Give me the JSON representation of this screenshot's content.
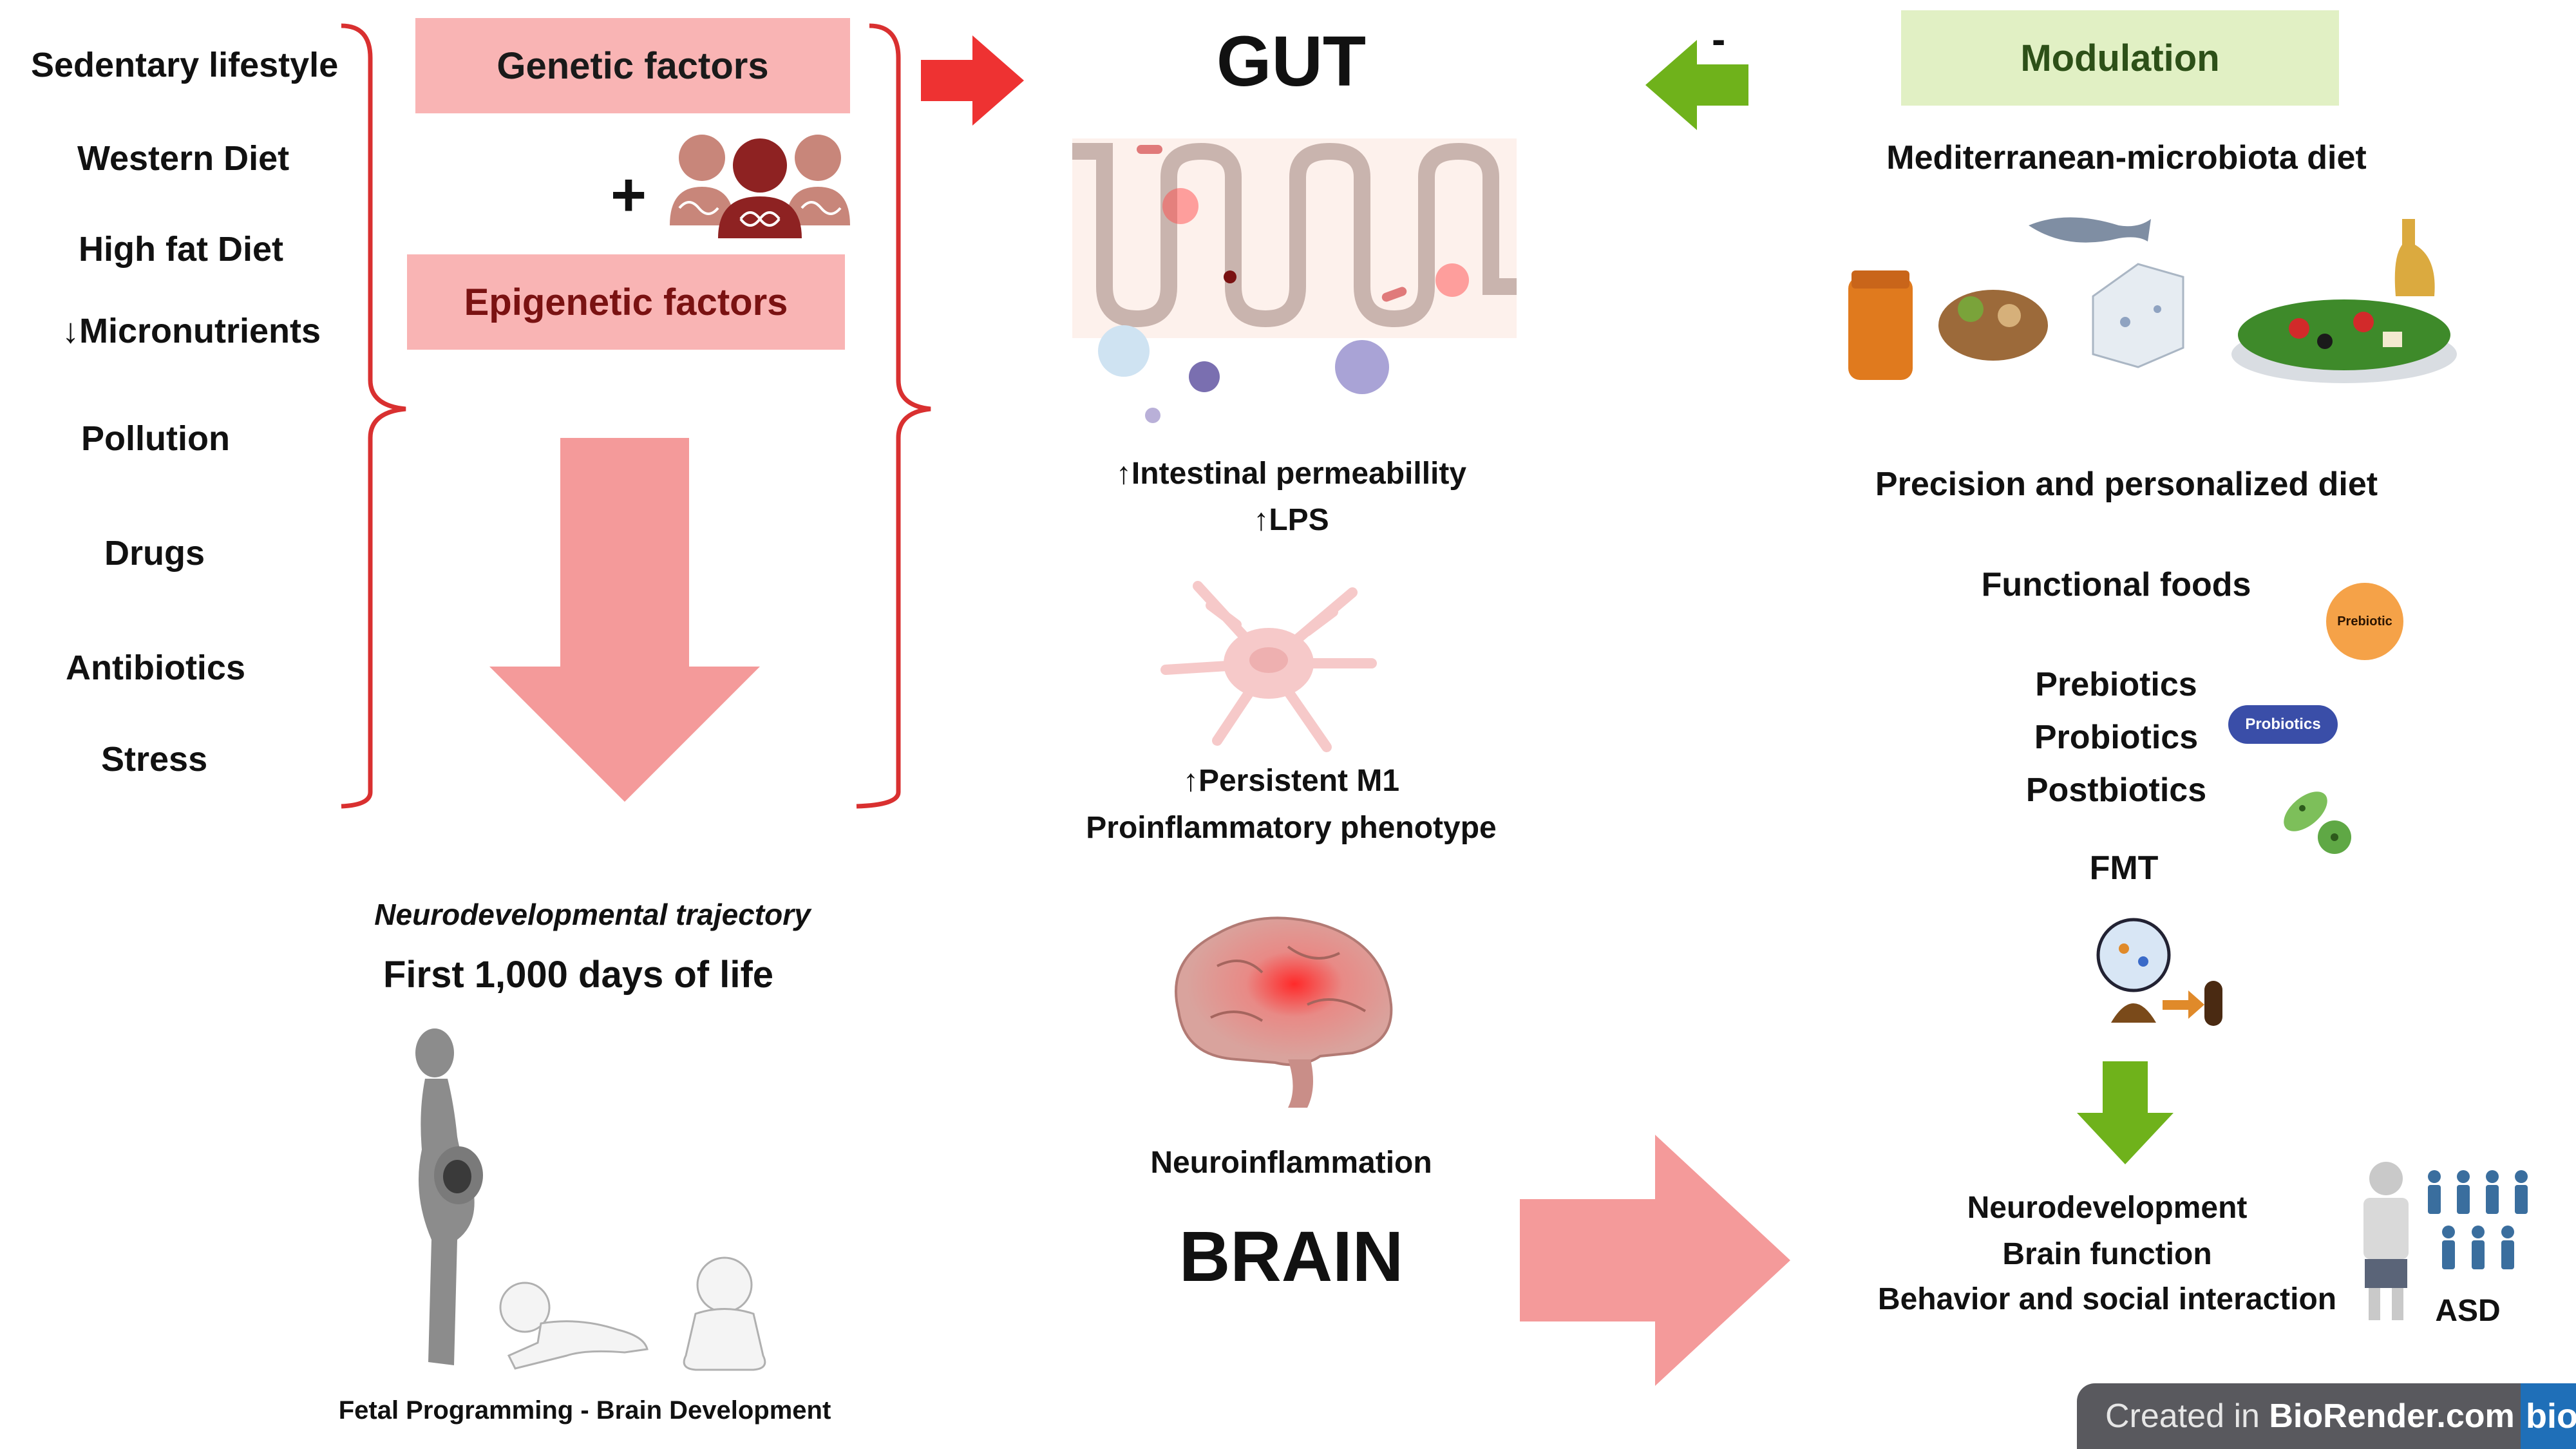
{
  "left": {
    "risk_factors": [
      "Sedentary lifestyle",
      "Western Diet",
      "High fat Diet",
      "↓Micronutrients",
      "Pollution",
      "Drugs",
      "Antibiotics",
      "Stress"
    ],
    "genetic_factors": "Genetic factors",
    "plus": "+",
    "epigenetic_factors": "Epigenetic factors",
    "trajectory_label": "Neurodevelopmental trajectory",
    "first_days": "First 1,000 days of life",
    "fetal_programming": "Fetal Programming - Brain Development"
  },
  "center": {
    "gut_title": "GUT",
    "permeability": "↑Intestinal permeabillity",
    "lps": "↑LPS",
    "m1": "↑Persistent M1",
    "phenotype": "Proinflammatory phenotype",
    "neuroinflammation": "Neuroinflammation",
    "brain_title": "BRAIN"
  },
  "right": {
    "minus": "-",
    "modulation": "Modulation",
    "med_diet": "Mediterranean-microbiota diet",
    "precision_diet": "Precision and personalized diet",
    "functional_foods": "Functional foods",
    "prebiotic_badge": "Prebiotic",
    "prebiotics": "Prebiotics",
    "probiotics": "Probiotics",
    "probiotics_badge": "Probiotics",
    "postbiotics": "Postbiotics",
    "fmt": "FMT",
    "neurodevelopment": "Neurodevelopment",
    "brain_function": "Brain function",
    "behavior": "Behavior and social interaction",
    "asd": "ASD"
  },
  "footer": {
    "created_in": "Created in ",
    "brand": "BioRender.com",
    "logo": "bio"
  },
  "colors": {
    "pink_box": "#f9b4b4",
    "pink_arrow": "#f49a9a",
    "red_arrow": "#ee3232",
    "green_arrow": "#6fb21b",
    "green_box": "#e1f0c4",
    "brace_red": "#d93030",
    "dark_red_text": "#7a1212"
  }
}
